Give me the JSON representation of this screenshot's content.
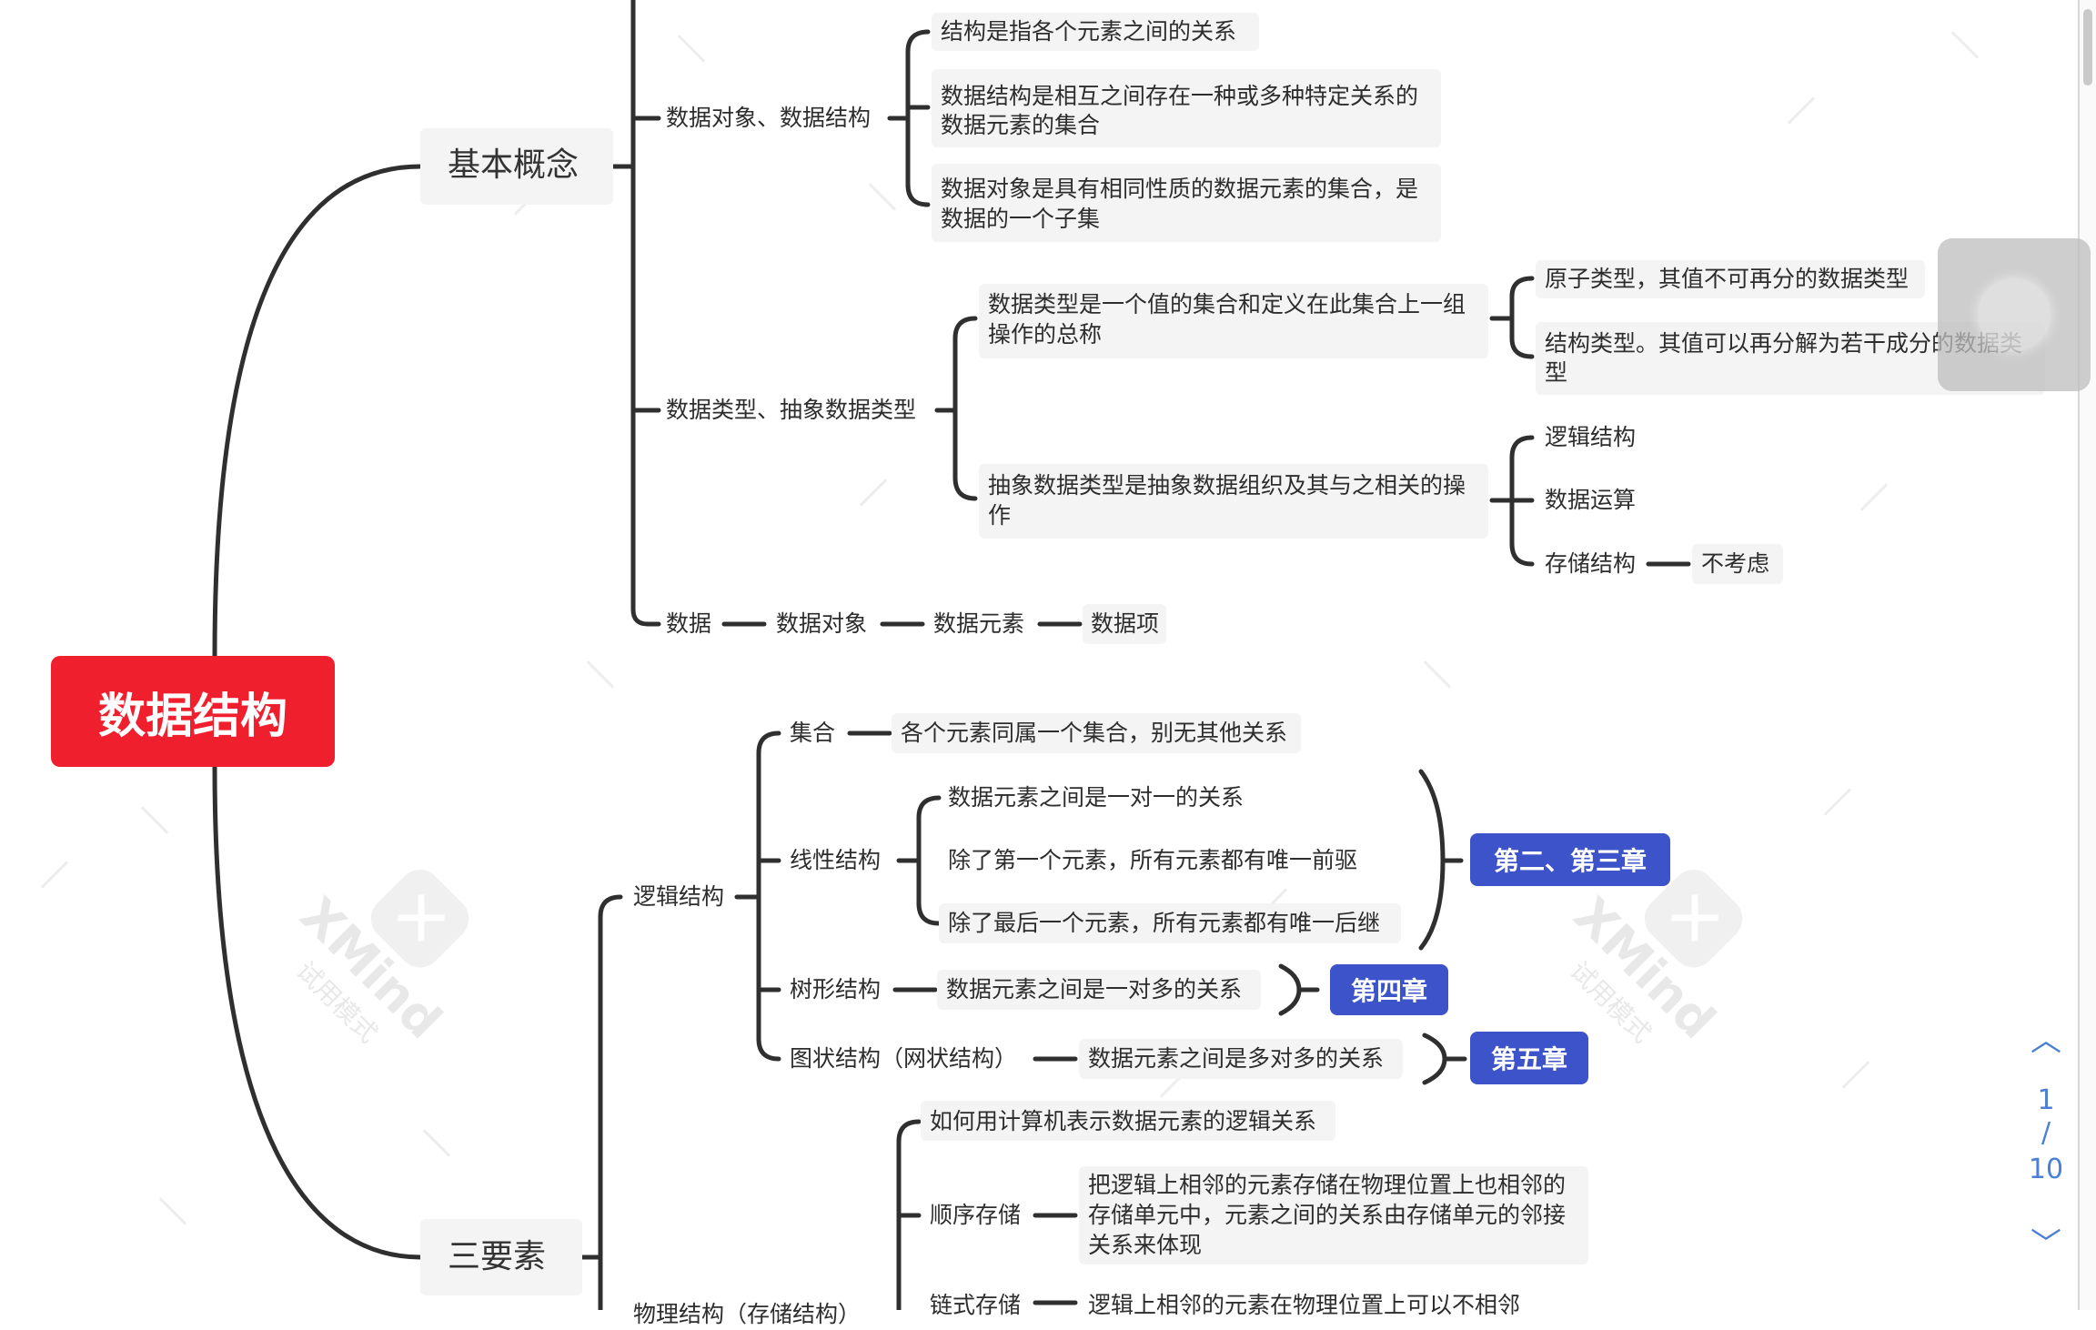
{
  "mindmap": {
    "root": "数据结构",
    "basic": {
      "title": "基本概念",
      "data_obj_struct": {
        "label": "数据对象、数据结构",
        "items": [
          "结构是指各个元素之间的关系",
          [
            "数据结构是相互之间存在一种或多种特定关系的",
            "数据元素的集合"
          ],
          [
            "数据对象是具有相同性质的数据元素的集合，是",
            "数据的一个子集"
          ]
        ]
      },
      "data_type": {
        "label": "数据类型、抽象数据类型",
        "def": [
          "数据类型是一个值的集合和定义在此集合上一组",
          "操作的总称"
        ],
        "types": [
          "原子类型，其值不可再分的数据类型",
          [
            "结构类型。其值可以再分解为若干成分的数据类",
            "型"
          ]
        ],
        "adt_def": [
          "抽象数据类型是抽象数据组织及其与之相关的操",
          "作"
        ],
        "adt_items": [
          "逻辑结构",
          "数据运算",
          "存储结构"
        ],
        "ignore": "不考虑"
      },
      "chain": [
        "数据",
        "数据对象",
        "数据元素",
        "数据项"
      ]
    },
    "three": {
      "title": "三要素",
      "logic": {
        "label": "逻辑结构",
        "set": {
          "label": "集合",
          "desc": "各个元素同属一个集合，别无其他关系"
        },
        "linear": {
          "label": "线性结构",
          "items": [
            "数据元素之间是一对一的关系",
            "除了第一个元素，所有元素都有唯一前驱",
            "除了最后一个元素，所有元素都有唯一后继"
          ],
          "tag": "第二、第三章"
        },
        "tree": {
          "label": "树形结构",
          "desc": "数据元素之间是一对多的关系",
          "tag": "第四章"
        },
        "graph": {
          "label": "图状结构（网状结构）",
          "desc": "数据元素之间是多对多的关系",
          "tag": "第五章"
        }
      },
      "physical": {
        "label": "物理结构（存储结构）",
        "how": "如何用计算机表示数据元素的逻辑关系",
        "seq": {
          "label": "顺序存储",
          "desc": [
            "把逻辑上相邻的元素存储在物理位置上也相邻的",
            "存储单元中，元素之间的关系由存储单元的邻接",
            "关系来体现"
          ]
        },
        "link": {
          "label": "链式存储",
          "desc": "逻辑上相邻的元素在物理位置上可以不相邻"
        }
      }
    }
  },
  "watermark": {
    "brand": "XMind",
    "mode": "试用模式"
  },
  "pager": {
    "current": "1",
    "sep": "/",
    "total": "10"
  }
}
